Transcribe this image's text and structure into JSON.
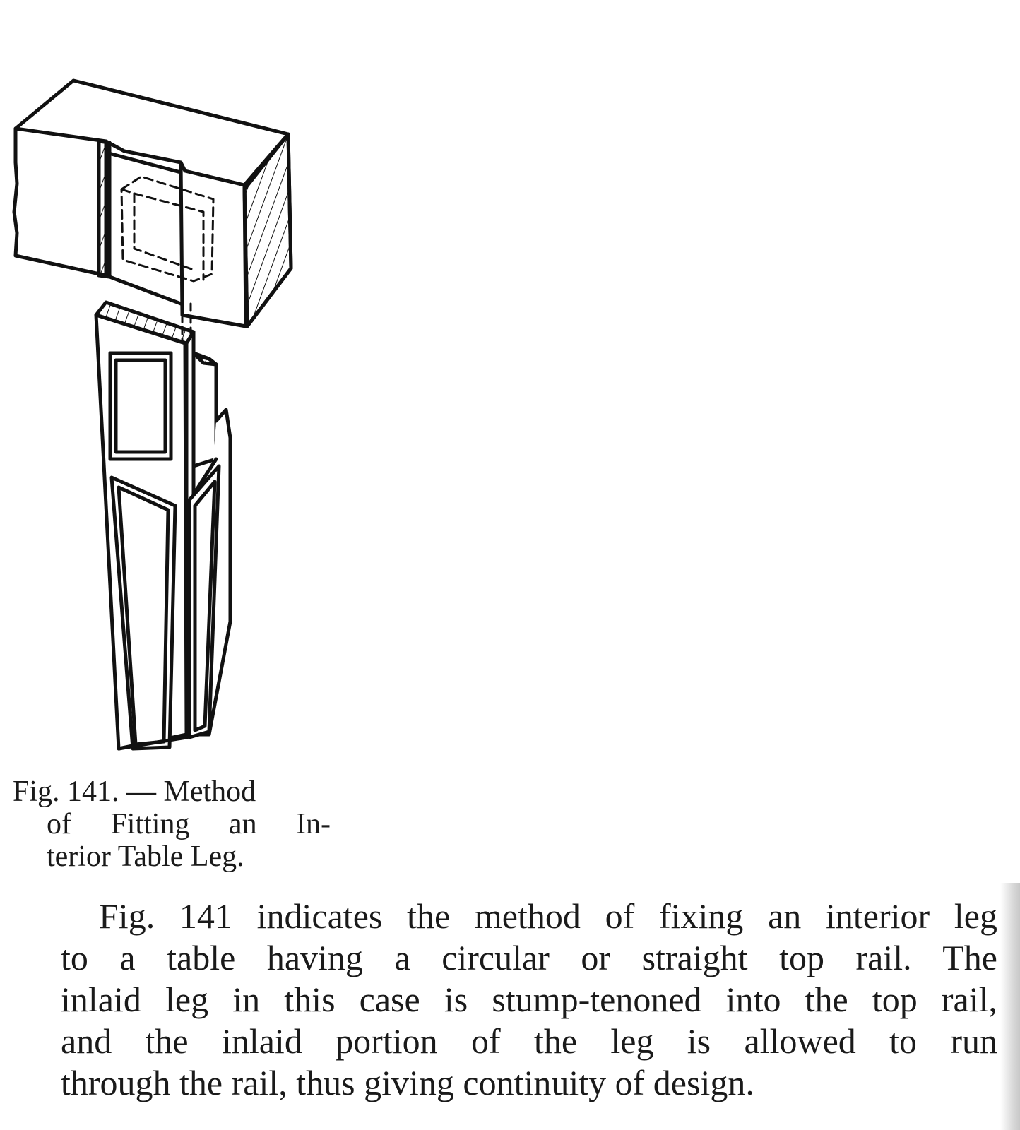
{
  "figure": {
    "caption_lines": [
      "Fig. 141. — Method",
      "of Fitting an In-",
      "terior Table Leg."
    ]
  },
  "body": {
    "lines": [
      "Fig. 141 indicates the method of fixing an interior leg",
      "to a table having a circular or straight top rail. The",
      "inlaid leg in this case is stump-tenoned into the top rail,",
      "and the inlaid portion of the leg is allowed to run",
      "through the rail, thus giving continuity of design."
    ]
  }
}
